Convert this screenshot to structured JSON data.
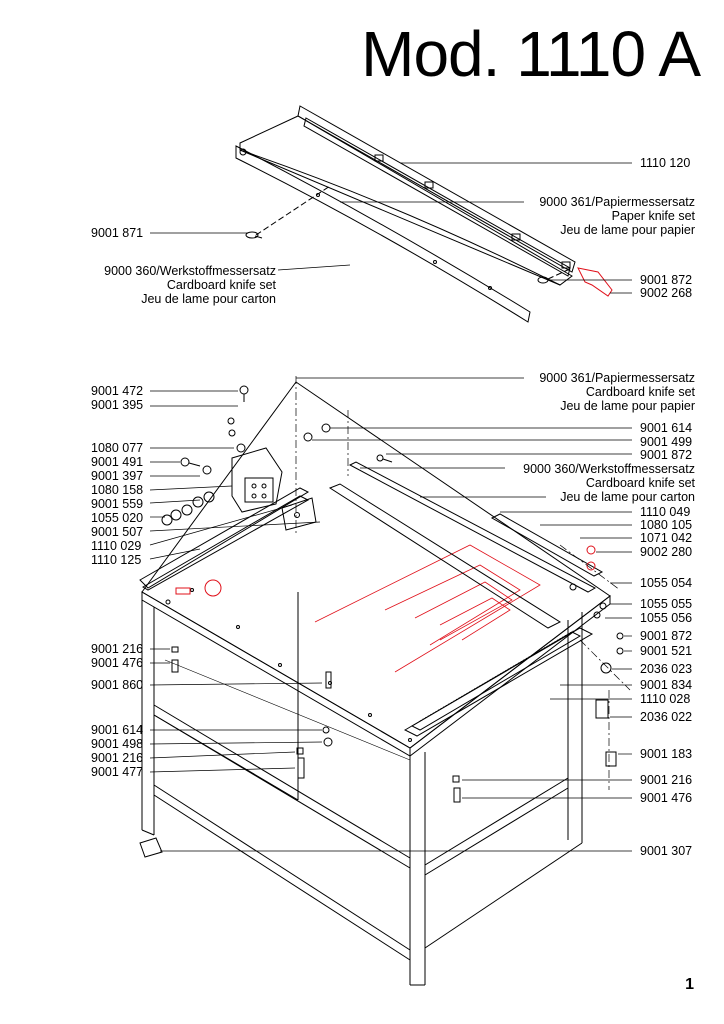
{
  "title": "Mod. 1110 A",
  "page_number": "1",
  "colors": {
    "ink": "#000000",
    "highlight": "#e0101a"
  },
  "top_group": {
    "labels": [
      {
        "id": "t1",
        "lines": [
          "1110 120"
        ],
        "side": "right"
      },
      {
        "id": "t2",
        "lines": [
          "9000 361/Papiermessersatz",
          "Paper knife set",
          "Jeu de lame pour papier"
        ],
        "side": "right"
      },
      {
        "id": "t3",
        "lines": [
          "9001 871"
        ],
        "side": "left"
      },
      {
        "id": "t4",
        "lines": [
          "9000 360/Werkstoffmessersatz",
          "Cardboard knife set",
          "Jeu de lame pour carton"
        ],
        "side": "left"
      },
      {
        "id": "t5",
        "lines": [
          "9001 872"
        ],
        "side": "right"
      },
      {
        "id": "t6",
        "lines": [
          "9002 268"
        ],
        "side": "right"
      }
    ]
  },
  "left_labels": [
    "9001 472",
    "9001 395",
    "1080 077",
    "9001 491",
    "9001 397",
    "1080 158",
    "9001 559",
    "1055 020",
    "9001 507",
    "1110 029",
    "1110 125",
    "9001 216",
    "9001 476",
    "9001 860",
    "9001 614",
    "9001 498",
    "9001 216",
    "9001 477"
  ],
  "right_labels": {
    "block": [
      "9000 361/Papiermessersatz",
      "Cardboard knife set",
      "Jeu de lame pour papier"
    ],
    "items1": [
      "9001 614",
      "9001 499",
      "9001 872"
    ],
    "block2": [
      "9000 360/Werkstoffmessersatz",
      "Cardboard knife set",
      "Jeu de lame pour carton"
    ],
    "items2": [
      "1110 049",
      "1080 105",
      "1071 042",
      "9002 280",
      "1055 054",
      "1055 055",
      "1055 056",
      "9001 872",
      "9001 521",
      "2036 023",
      "9001 834",
      "1110 028",
      "2036 022",
      "9001 183",
      "9001 216",
      "9001 476",
      "9001 307"
    ]
  }
}
